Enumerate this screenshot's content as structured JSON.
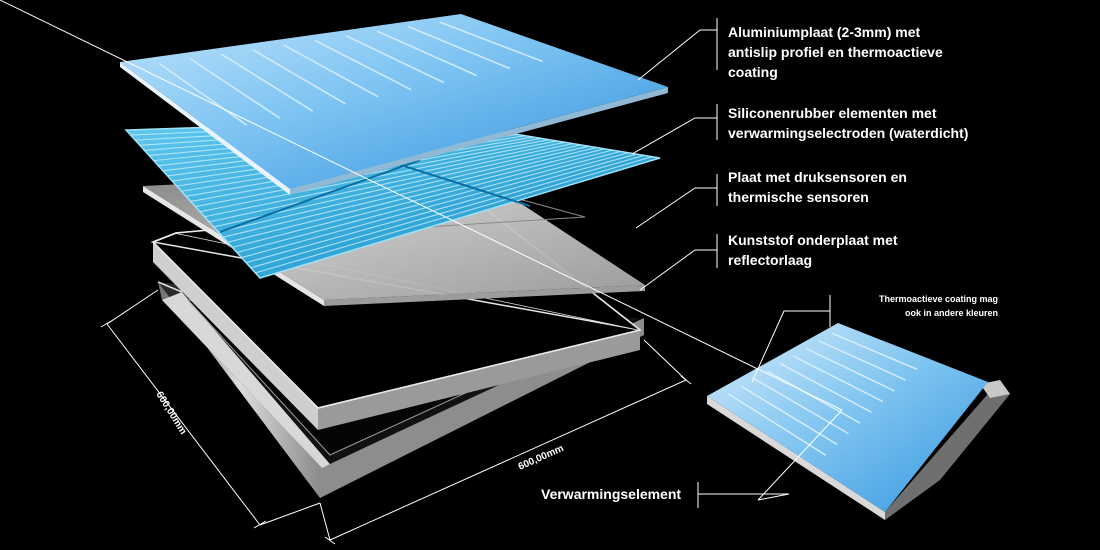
{
  "labels": {
    "aluminium": [
      "Aluminiumplaat (2-3mm) met",
      "antislip profiel en thermoactieve",
      "coating"
    ],
    "silicone": [
      "Siliconenrubber elementen met",
      "verwarmingselectroden (waterdicht)"
    ],
    "sensor": [
      "Plaat met druksensoren  en",
      "thermische sensoren"
    ],
    "kunststof": [
      "Kunststof onderplaat met",
      "reflectorlaag"
    ],
    "thermo_note": [
      "Thermoactieve coating mag",
      "ook in andere kleuren"
    ],
    "element": "Verwarmingselement"
  },
  "dimensions": {
    "width": "600,00mm",
    "depth": "600,00mm"
  },
  "colors": {
    "background": "#000000",
    "coating_blue": "#3a9fe0",
    "silicone_cyan": "#1fa4d8",
    "sensor_grey": "#b9b9b9",
    "line_white": "#ffffff"
  }
}
